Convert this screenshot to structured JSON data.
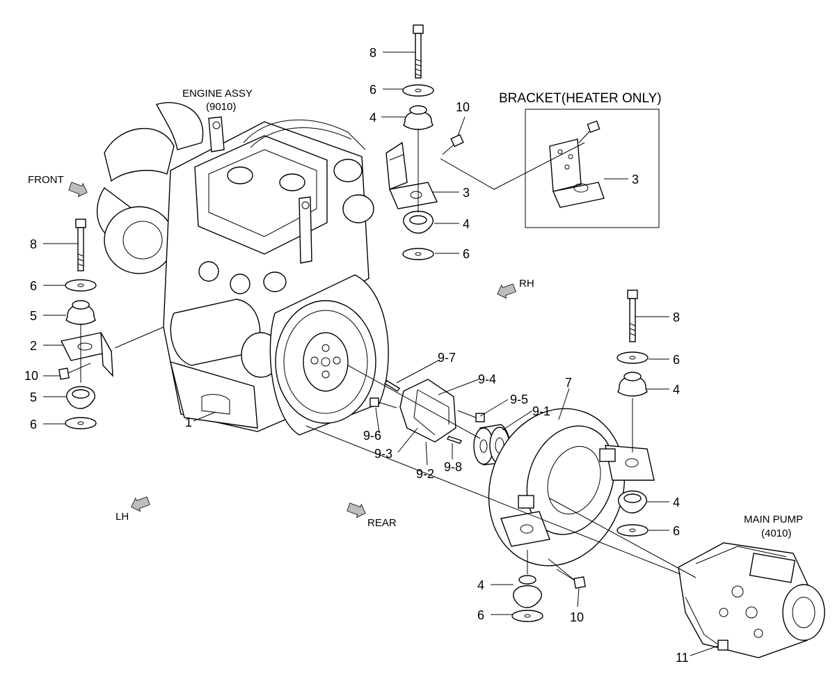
{
  "headers": {
    "engine_assy": "ENGINE ASSY",
    "engine_assy_code": "(9010)",
    "bracket_heater": "BRACKET(HEATER ONLY)",
    "main_pump": "MAIN PUMP",
    "main_pump_code": "(4010)"
  },
  "directions": {
    "front": "FRONT",
    "rh": "RH",
    "lh": "LH",
    "rear": "REAR"
  },
  "callouts": {
    "c1": "1",
    "c2": "2",
    "c3_top": "3",
    "c3_inset": "3",
    "c4_top_upper": "4",
    "c4_top_lower": "4",
    "c4_right_upper": "4",
    "c4_right_lower": "4",
    "c4_bottom": "4",
    "c5_upper": "5",
    "c5_lower": "5",
    "c6_top_upper": "6",
    "c6_top_lower": "6",
    "c6_left_upper": "6",
    "c6_left_lower": "6",
    "c6_right_upper": "6",
    "c6_right_lower": "6",
    "c6_bottom": "6",
    "c7": "7",
    "c8_top": "8",
    "c8_left": "8",
    "c8_right": "8",
    "c9_1": "9-1",
    "c9_2": "9-2",
    "c9_3": "9-3",
    "c9_4": "9-4",
    "c9_5": "9-5",
    "c9_6": "9-6",
    "c9_7": "9-7",
    "c9_8": "9-8",
    "c10_top": "10",
    "c10_left": "10",
    "c10_bottom": "10",
    "c11": "11"
  }
}
